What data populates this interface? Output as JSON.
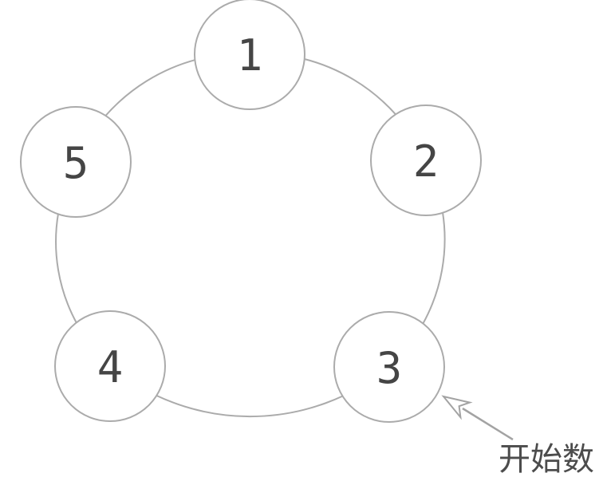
{
  "diagram": {
    "nodes": [
      {
        "label": "1"
      },
      {
        "label": "2"
      },
      {
        "label": "3"
      },
      {
        "label": "4"
      },
      {
        "label": "5"
      }
    ],
    "annotation": {
      "label": "开始数"
    },
    "colors": {
      "line": "#ababab",
      "arrow": "#a3a3a3",
      "digit": "#454545",
      "annotation_text": "#4c4c4c",
      "background": "#ffffff"
    }
  }
}
